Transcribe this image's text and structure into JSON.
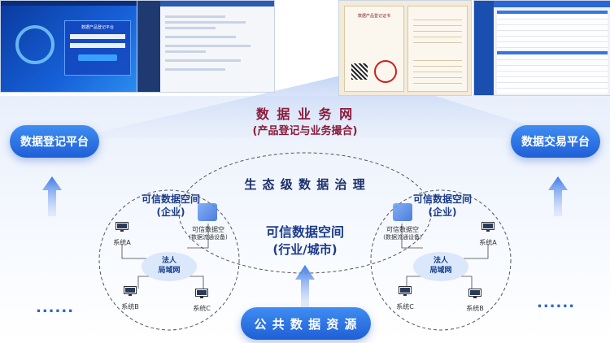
{
  "top_center": {
    "title": "数 据 业 务 网",
    "subtitle": "(产品登记与业务撮合)"
  },
  "left_platform": "数据登记平台",
  "right_platform": "数据交易平台",
  "center": {
    "governance": "生 态 级 数 据 治 理",
    "trusted_space_line1": "可信数据空间",
    "trusted_space_line2": "(行业/城市)"
  },
  "bottom": "公 共 数 据 资 源",
  "left_cluster": {
    "title_line1": "可信数据空间",
    "title_line2": "(企业)",
    "connector_line1": "可信数据空",
    "connector_line2": "(数据流通设备)",
    "legal_line1": "法人",
    "legal_line2": "局域网",
    "system_a": "系统A",
    "system_b": "系统B",
    "system_c": "系统C"
  },
  "right_cluster": {
    "title_line1": "可信数据空间",
    "title_line2": "(企业)",
    "connector_line1": "可信数据空",
    "connector_line2": "(数据流通设备)",
    "legal_line1": "法人",
    "legal_line2": "局域网",
    "system_a": "系统A",
    "system_b": "系统B",
    "system_c": "系统C"
  },
  "ellipsis": "......",
  "screenshots": {
    "login_title": "数据产品登记平台",
    "certificate_title": "数据产品登记证书"
  },
  "colors": {
    "accent": "#1f5fd6",
    "dark_text": "#1b3b8a",
    "maroon_text": "#8a1a3a"
  }
}
